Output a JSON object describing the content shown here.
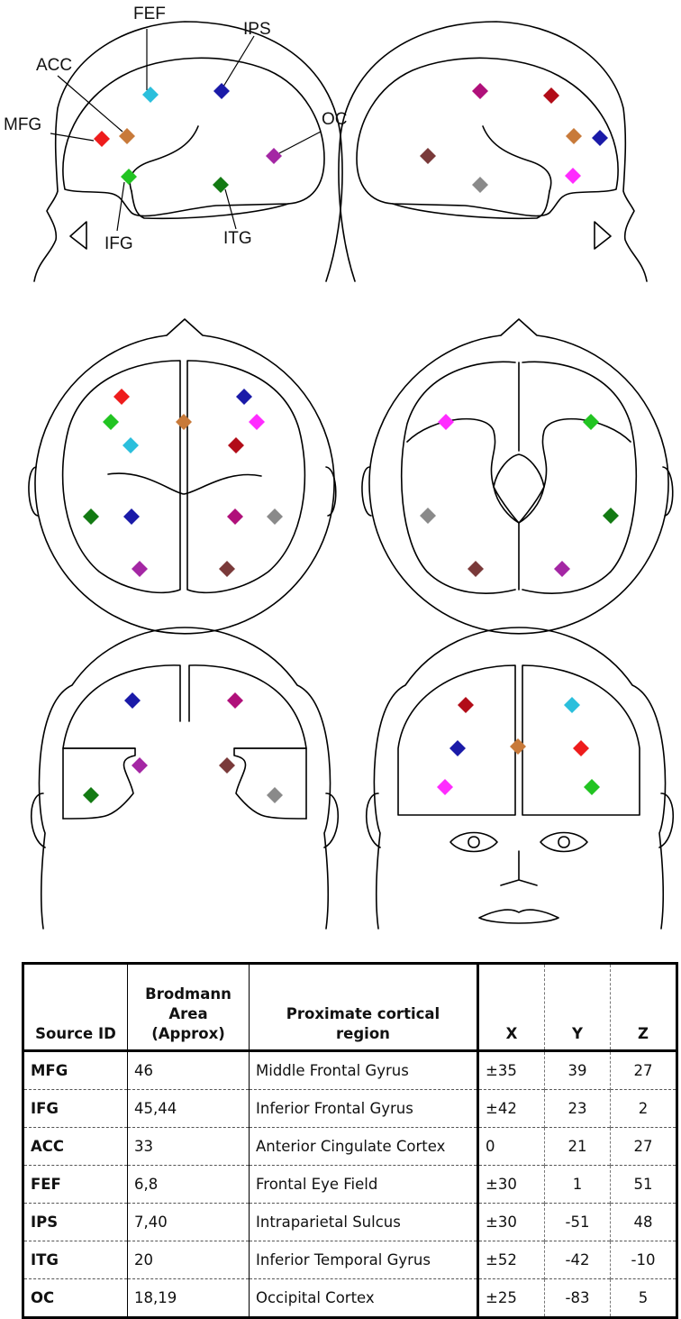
{
  "colors": {
    "MFG": "#ee1c1c",
    "IFG": "#22c422",
    "ACC": "#c87a3a",
    "FEF": "#2bbfdc",
    "IPS": "#1a1aa8",
    "ITG": "#137a13",
    "OC": "#a427a4",
    "right_parietal": "#b0107a",
    "right_ips": "#b20c18",
    "right_ifg": "#ff2cff",
    "right_itg_gray": "#8a8a8a",
    "right_oc": "#7a3a3a"
  },
  "labels": {
    "fef": "FEF",
    "ips": "IPS",
    "acc": "ACC",
    "mfg": "MFG",
    "oc": "OC",
    "ifg": "IFG",
    "itg": "ITG"
  },
  "table": {
    "headers": {
      "source_id": "Source ID",
      "brodmann_line1": "Brodmann",
      "brodmann_line2": "Area",
      "brodmann_line3": "(Approx)",
      "region_line1": "Proximate cortical",
      "region_line2": "region",
      "x": "X",
      "y": "Y",
      "z": "Z"
    },
    "rows": [
      {
        "id": "MFG",
        "ba": "46",
        "region": "Middle Frontal Gyrus",
        "x": "±35",
        "y": "39",
        "z": "27"
      },
      {
        "id": "IFG",
        "ba": "45,44",
        "region": "Inferior Frontal Gyrus",
        "x": "±42",
        "y": "23",
        "z": "2"
      },
      {
        "id": "ACC",
        "ba": "33",
        "region": "Anterior Cingulate Cortex",
        "x": "0",
        "y": "21",
        "z": "27"
      },
      {
        "id": "FEF",
        "ba": "6,8",
        "region": "Frontal Eye Field",
        "x": "±30",
        "y": "1",
        "z": "51"
      },
      {
        "id": "IPS",
        "ba": "7,40",
        "region": "Intraparietal Sulcus",
        "x": "±30",
        "y": "-51",
        "z": "48"
      },
      {
        "id": "ITG",
        "ba": "20",
        "region": "Inferior Temporal Gyrus",
        "x": "±52",
        "y": "-42",
        "z": "-10"
      },
      {
        "id": "OC",
        "ba": "18,19",
        "region": "Occipital Cortex",
        "x": "±25",
        "y": "-83",
        "z": "5"
      }
    ]
  }
}
